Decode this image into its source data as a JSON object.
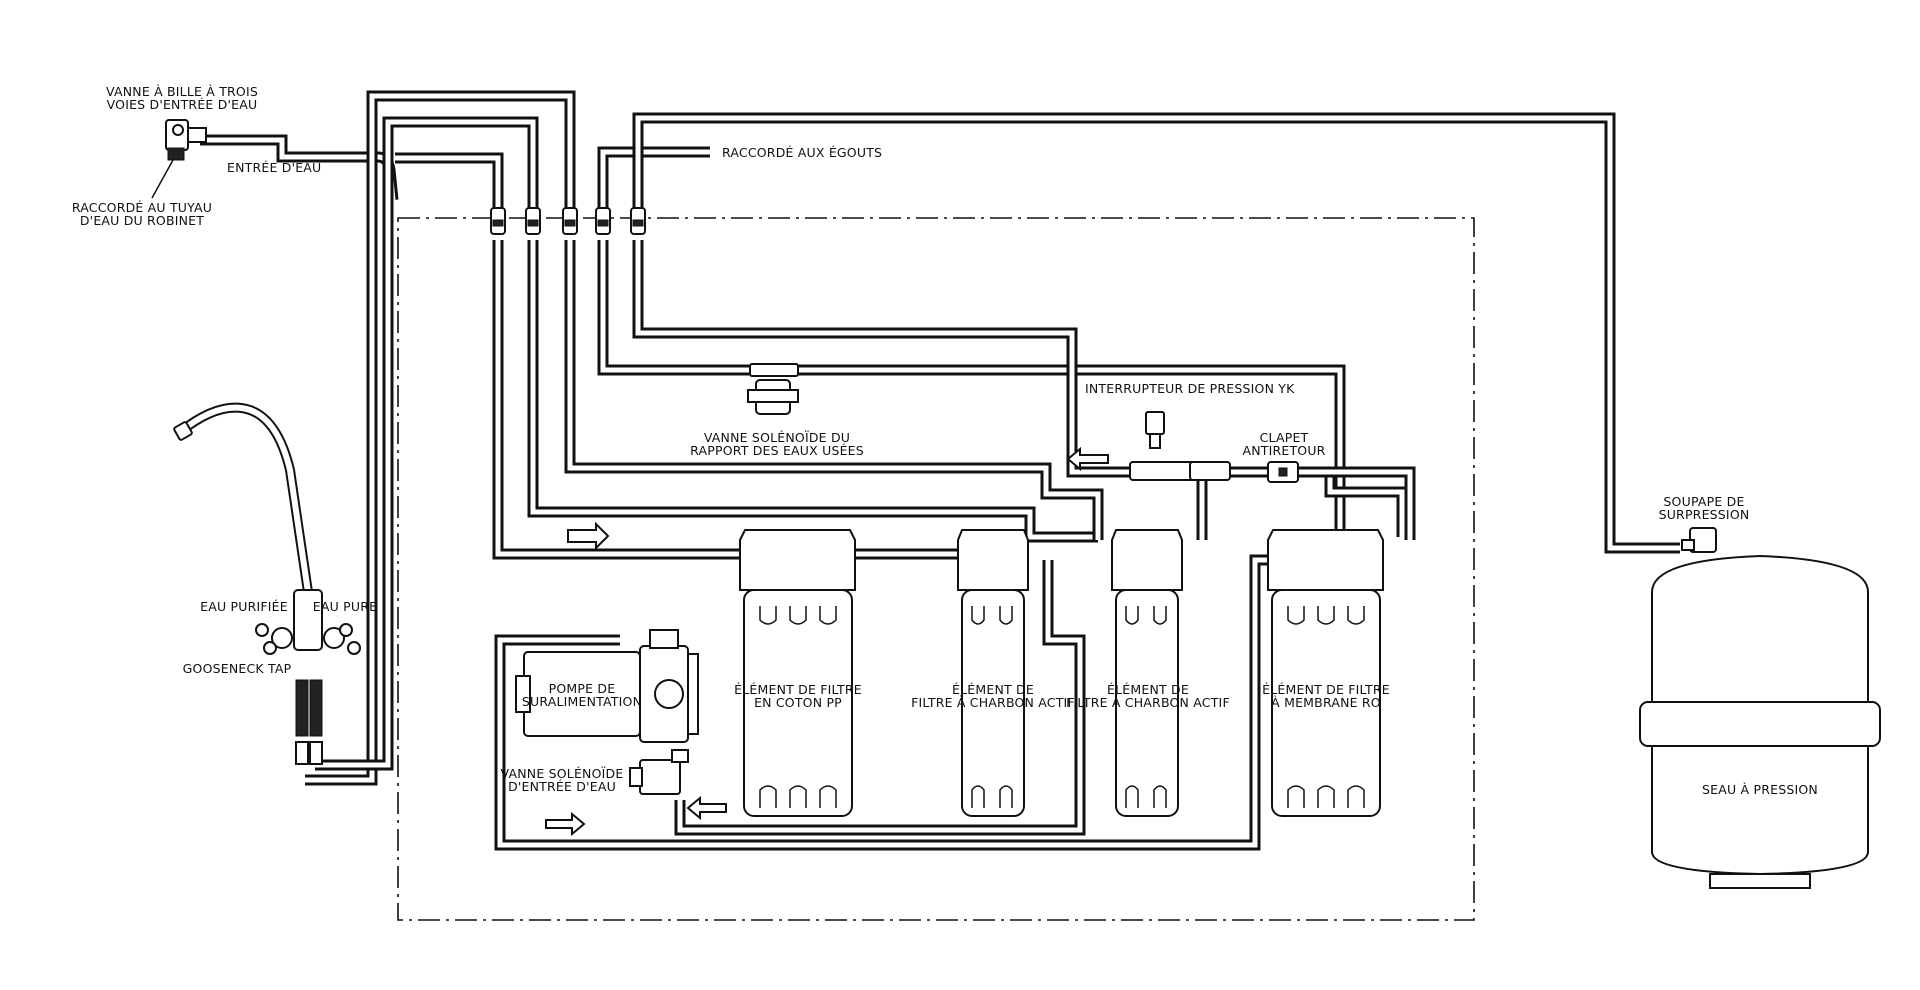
{
  "labels": {
    "three_way_valve": [
      "VANNE À BILLE À TROIS",
      "VOIES D'ENTRÉE D'EAU"
    ],
    "water_inlet": "ENTRÉE D'EAU",
    "tap_water_connection": [
      "RACCORDÉ AU TUYAU",
      "D'EAU DU ROBINET"
    ],
    "drain": "RACCORDÉ AUX ÉGOUTS",
    "waste_ratio_valve": [
      "VANNE SOLÉNOÏDE DU",
      "RAPPORT DES EAUX USÉES"
    ],
    "pressure_switch": "INTERRUPTEUR DE PRESSION YK",
    "check_valve": [
      "CLAPET",
      "ANTIRETOUR"
    ],
    "relief_valve": [
      "SOUPAPE DE",
      "SURPRESSION"
    ],
    "purified_water": "EAU PURIFIÉE",
    "pure_water": "EAU PURE",
    "gooseneck_tap": "GOOSENECK TAP",
    "booster_pump": [
      "POMPE DE",
      "SURALIMENTATION"
    ],
    "inlet_solenoid": [
      "VANNE SOLÉNOÏDE",
      "D'ENTRÉE D'EAU"
    ],
    "filter_pp": [
      "ÉLÉMENT DE FILTRE",
      "EN COTON PP"
    ],
    "filter_carbon_1": [
      "ÉLÉMENT DE",
      "FILTRE À CHARBON ACTIF"
    ],
    "filter_carbon_2": [
      "ÉLÉMENT DE",
      "FILTRE À CHARBON ACTIF"
    ],
    "filter_ro": [
      "ÉLÉMENT DE FILTRE",
      "À MEMBRANE RO"
    ],
    "pressure_tank": "SEAU À PRESSION"
  },
  "colors": {
    "line": "#111111",
    "background": "#ffffff"
  }
}
